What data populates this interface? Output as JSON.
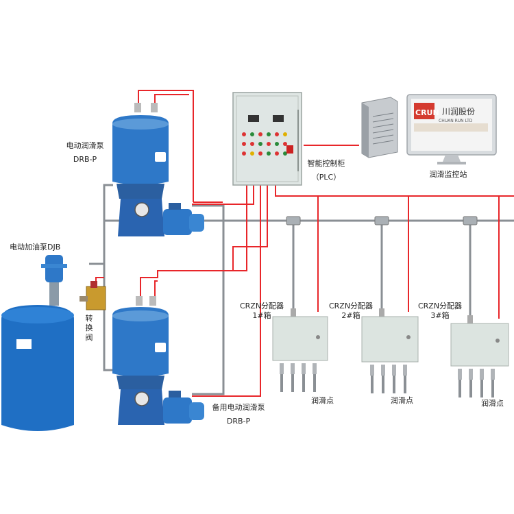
{
  "labels": {
    "pump_top": [
      "电动润滑泵",
      "DRB-P"
    ],
    "filler_pump": [
      "电动加油泵DJB"
    ],
    "valve": [
      "转",
      "换",
      "阀"
    ],
    "pump_bottom": [
      "备用电动润滑泵",
      "DRB-P"
    ],
    "plc": [
      "智能控制柜",
      "（PLC）"
    ],
    "station": [
      "润滑监控站"
    ],
    "distributors": [
      {
        "name": "CRZN分配器",
        "box": "1#箱"
      },
      {
        "name": "CRZN分配器",
        "box": "2#箱"
      },
      {
        "name": "CRZN分配器",
        "box": "3#箱"
      }
    ],
    "lube_point": "润滑点"
  },
  "monitor_brand": {
    "logo": "CRUN",
    "cn_name": "川润股份",
    "sub": "CHUAN RUN LTD"
  },
  "colors": {
    "signal_line": "#e8262a",
    "pipe": "#8a8f94",
    "pump_blue": "#2e78c8",
    "tank_blue": "#1f6fc4",
    "cabinet": "#dfe6e4",
    "box": "#dce4e0"
  }
}
